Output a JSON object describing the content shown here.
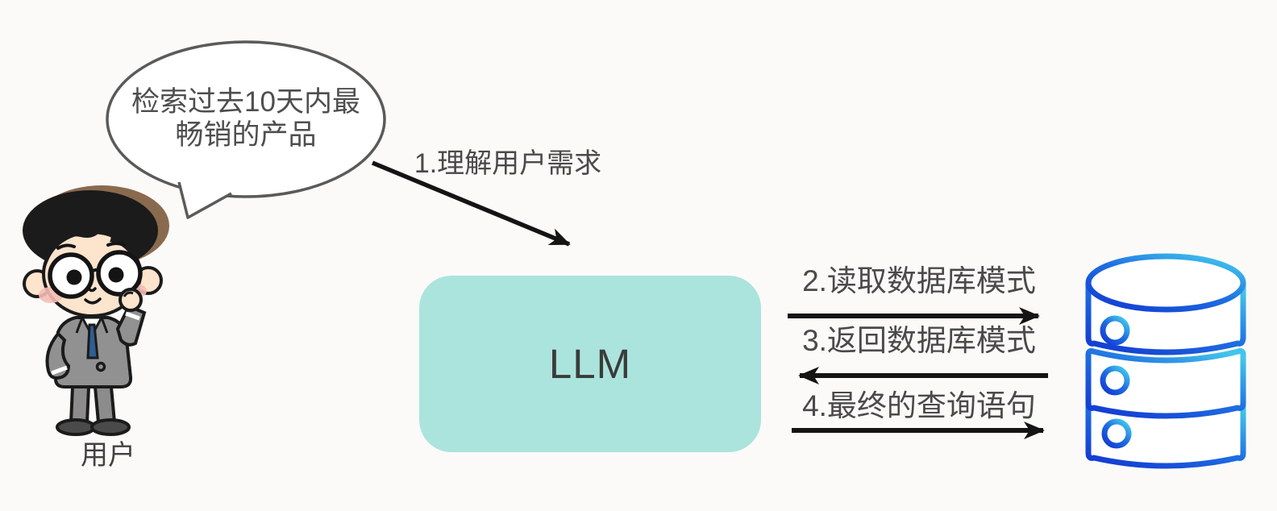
{
  "user": {
    "label": "用户",
    "speech_line1": "检索过去10天内最",
    "speech_line2": "畅销的产品"
  },
  "llm": {
    "label": "LLM"
  },
  "steps": {
    "step1": "1.理解用户需求",
    "step2": "2.读取数据库模式",
    "step3": "3.返回数据库模式",
    "step4": "4.最终的查询语句"
  },
  "icons": {
    "user_avatar": "user-avatar",
    "speech_bubble": "speech-bubble-icon",
    "database": "database-icon",
    "arrows": [
      "arrow-1-right-down",
      "arrow-2-right",
      "arrow-3-left",
      "arrow-4-right"
    ]
  },
  "colors": {
    "background": "#fbfaf8",
    "llm_box": "#abe4dd",
    "arrow": "#141414",
    "label_text": "#4a4a4a",
    "bubble_stroke": "#5a5a5a",
    "db_blue_dark": "#1237d0",
    "db_blue_mid": "#1e6ee2",
    "db_blue_light": "#41c4ec"
  }
}
